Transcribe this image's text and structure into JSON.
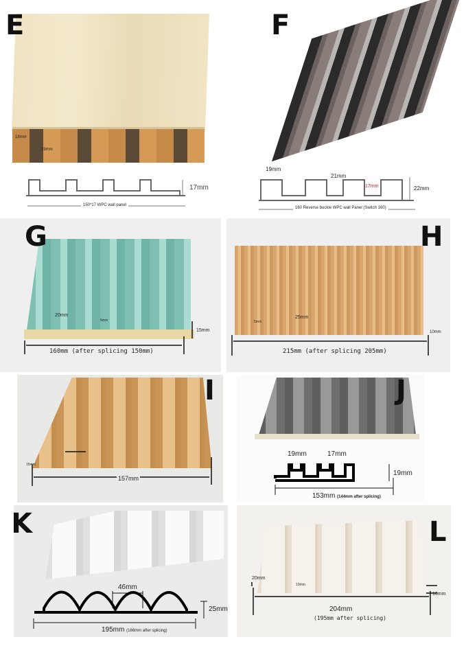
{
  "panels": [
    {
      "letter": "E",
      "top_labels": [
        "18mm",
        "19mm"
      ],
      "height_label": "17mm",
      "caption": "150*17  WPC wall panel"
    },
    {
      "letter": "F",
      "width_label_1": "19mm",
      "width_label_2": "21mm",
      "inner_label": "17mm",
      "height_label": "22mm",
      "caption": "160 Reverse buckle WPC wall Panel (Switch 160)",
      "accent": "#d22"
    },
    {
      "letter": "G",
      "width_label": "20mm",
      "gap_label": "5mm",
      "height_label": "15mm",
      "caption": "160mm (after splicing 150mm)",
      "color": "#86c9bb"
    },
    {
      "letter": "H",
      "width_label": "25mm",
      "gap_label": "5mm",
      "height_label": "10mm",
      "caption": "215mm (after splicing 205mm)",
      "color": "#dcae7a"
    },
    {
      "letter": "I",
      "height_label": "15mm",
      "caption": "157mm",
      "color": "#d9ad72"
    },
    {
      "letter": "J",
      "width_label_1": "19mm",
      "width_label_2": "17mm",
      "height_label": "19mm",
      "caption": "153mm",
      "caption_note": "(144mm after splicing)",
      "color": "#7d7d7d"
    },
    {
      "letter": "K",
      "width_label": "46mm",
      "height_label": "25mm",
      "caption": "195mm",
      "caption_note": "(186mm after splicing)",
      "color": "#f2f2f2"
    },
    {
      "letter": "L",
      "width_label": "20mm",
      "gap_label": "10mm",
      "height_label": "10mm",
      "caption": "204mm",
      "caption_note": "(195mm after splicing)",
      "color": "#ece4da"
    }
  ]
}
